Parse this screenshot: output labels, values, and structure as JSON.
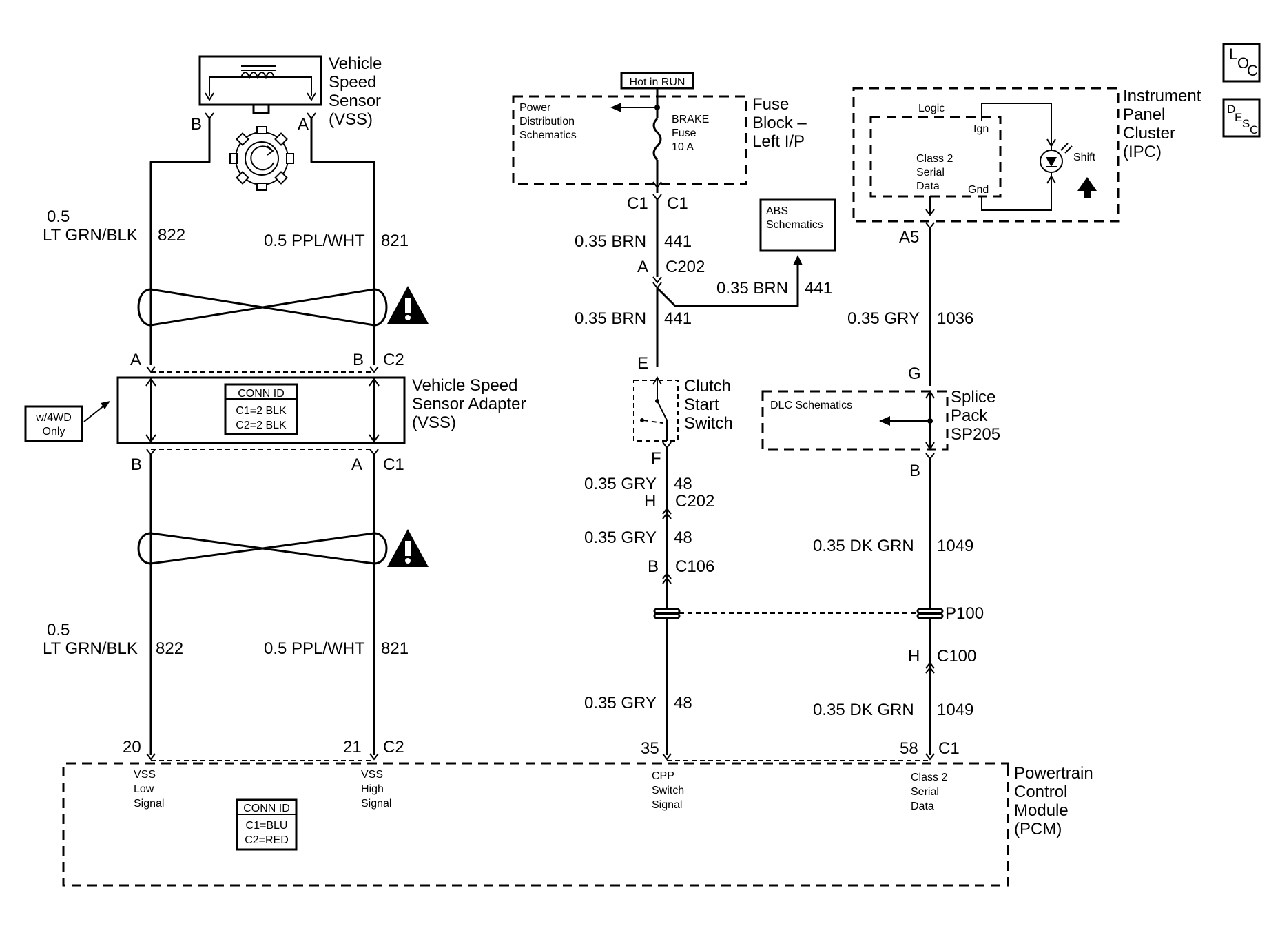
{
  "vss": {
    "title_1": "Vehicle",
    "title_2": "Speed",
    "title_3": "Sensor",
    "title_4": "(VSS)",
    "pin_b": "B",
    "pin_a": "A"
  },
  "left_upper_wires": {
    "size_a": "0.5",
    "color_a": "LT GRN/BLK",
    "circuit_a": "822",
    "label_b": "0.5 PPL/WHT",
    "circuit_b": "821"
  },
  "adapter": {
    "top_pin_a": "A",
    "top_pin_b": "B",
    "top_conn": "C2",
    "title_1": "Vehicle Speed",
    "title_2": "Sensor Adapter",
    "title_3": "(VSS)",
    "conn_id_title": "CONN ID",
    "conn_id_1": "C1=2 BLK",
    "conn_id_2": "C2=2 BLK",
    "option_1": "w/4WD",
    "option_2": "Only",
    "bot_pin_b": "B",
    "bot_pin_a": "A",
    "bot_conn": "C1"
  },
  "left_lower_wires": {
    "size_a": "0.5",
    "color_a": "LT GRN/BLK",
    "circuit_a": "822",
    "label_b": "0.5 PPL/WHT",
    "circuit_b": "821"
  },
  "pcm": {
    "pin_20": "20",
    "pin_21": "21",
    "conn_c2": "C2",
    "pin_35": "35",
    "pin_58": "58",
    "conn_c1": "C1",
    "sig_vss_low_1": "VSS",
    "sig_vss_low_2": "Low",
    "sig_vss_low_3": "Signal",
    "sig_vss_high_1": "VSS",
    "sig_vss_high_2": "High",
    "sig_vss_high_3": "Signal",
    "sig_cpp_1": "CPP",
    "sig_cpp_2": "Switch",
    "sig_cpp_3": "Signal",
    "sig_class2_1": "Class 2",
    "sig_class2_2": "Serial",
    "sig_class2_3": "Data",
    "conn_id_title": "CONN ID",
    "conn_id_1": "C1=BLU",
    "conn_id_2": "C2=RED",
    "title_1": "Powertrain",
    "title_2": "Control",
    "title_3": "Module",
    "title_4": "(PCM)"
  },
  "fuse": {
    "hot_label": "Hot in RUN",
    "power_dist_1": "Power",
    "power_dist_2": "Distribution",
    "power_dist_3": "Schematics",
    "fuse_name": "BRAKE",
    "fuse_word": "Fuse",
    "fuse_rating": "10 A",
    "block_1": "Fuse",
    "block_2": "Block –",
    "block_3": "Left I/P",
    "conn_left": "C1",
    "conn_right": "C1"
  },
  "center_wires": {
    "brn_1": "0.35 BRN",
    "brn_1_circuit": "441",
    "c202_pin_a": "A",
    "c202_a": "C202",
    "abs_brn": "0.35 BRN",
    "abs_circuit": "441",
    "abs_1": "ABS",
    "abs_2": "Schematics",
    "brn_2": "0.35 BRN",
    "brn_2_circuit": "441",
    "switch_pin_e": "E",
    "switch_1": "Clutch",
    "switch_2": "Start",
    "switch_3": "Switch",
    "switch_pin_f": "F",
    "gry_1": "0.35 GRY",
    "gry_1_circuit": "48",
    "c202_pin_h": "H",
    "c202_h": "C202",
    "gry_2": "0.35 GRY",
    "gry_2_circuit": "48",
    "c106_pin": "B",
    "c106": "C106",
    "gry_3": "0.35 GRY",
    "gry_3_circuit": "48"
  },
  "ipc": {
    "logic": "Logic",
    "ign": "Ign",
    "class2_1": "Class 2",
    "class2_2": "Serial",
    "class2_3": "Data",
    "gnd": "Gnd",
    "shift": "Shift",
    "title_1": "Instrument",
    "title_2": "Panel",
    "title_3": "Cluster",
    "title_4": "(IPC)",
    "pin_a5": "A5"
  },
  "right_wires": {
    "gry": "0.35 GRY",
    "gry_circuit": "1036",
    "splice_pin_g": "G",
    "dlc": "DLC Schematics",
    "splice_1": "Splice",
    "splice_2": "Pack",
    "splice_3": "SP205",
    "splice_pin_b": "B",
    "dkgrn_1": "0.35 DK GRN",
    "dkgrn_1_circuit": "1049",
    "p100": "P100",
    "c100_pin": "H",
    "c100": "C100",
    "dkgrn_2": "0.35 DK GRN",
    "dkgrn_2_circuit": "1049"
  },
  "nav": {
    "loc_l": "L",
    "loc_o": "O",
    "loc_c": "C",
    "desc_d": "D",
    "desc_e": "E",
    "desc_s": "S",
    "desc_c": "C"
  }
}
